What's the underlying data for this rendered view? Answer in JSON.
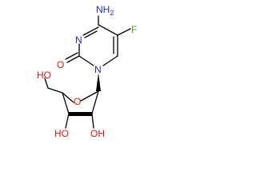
{
  "atoms": [
    {
      "id": "n4",
      "text": "NH2",
      "main": "NH",
      "sub": "2",
      "color": "#1c2bd6"
    },
    {
      "id": "f5",
      "text": "F",
      "color": "#5a9a1e"
    },
    {
      "id": "n3",
      "text": "N",
      "color": "#1c2bd6"
    },
    {
      "id": "o2",
      "text": "O",
      "color": "#e01818"
    },
    {
      "id": "n1",
      "text": "N",
      "color": "#1c2bd6"
    },
    {
      "id": "o4r",
      "text": "O",
      "color": "#e01818"
    },
    {
      "id": "oh5",
      "text": "HO",
      "color": "#e01818"
    },
    {
      "id": "oh3",
      "text": "HO",
      "color": "#e01818"
    },
    {
      "id": "oh2",
      "text": "OH",
      "color": "#e01818"
    }
  ]
}
